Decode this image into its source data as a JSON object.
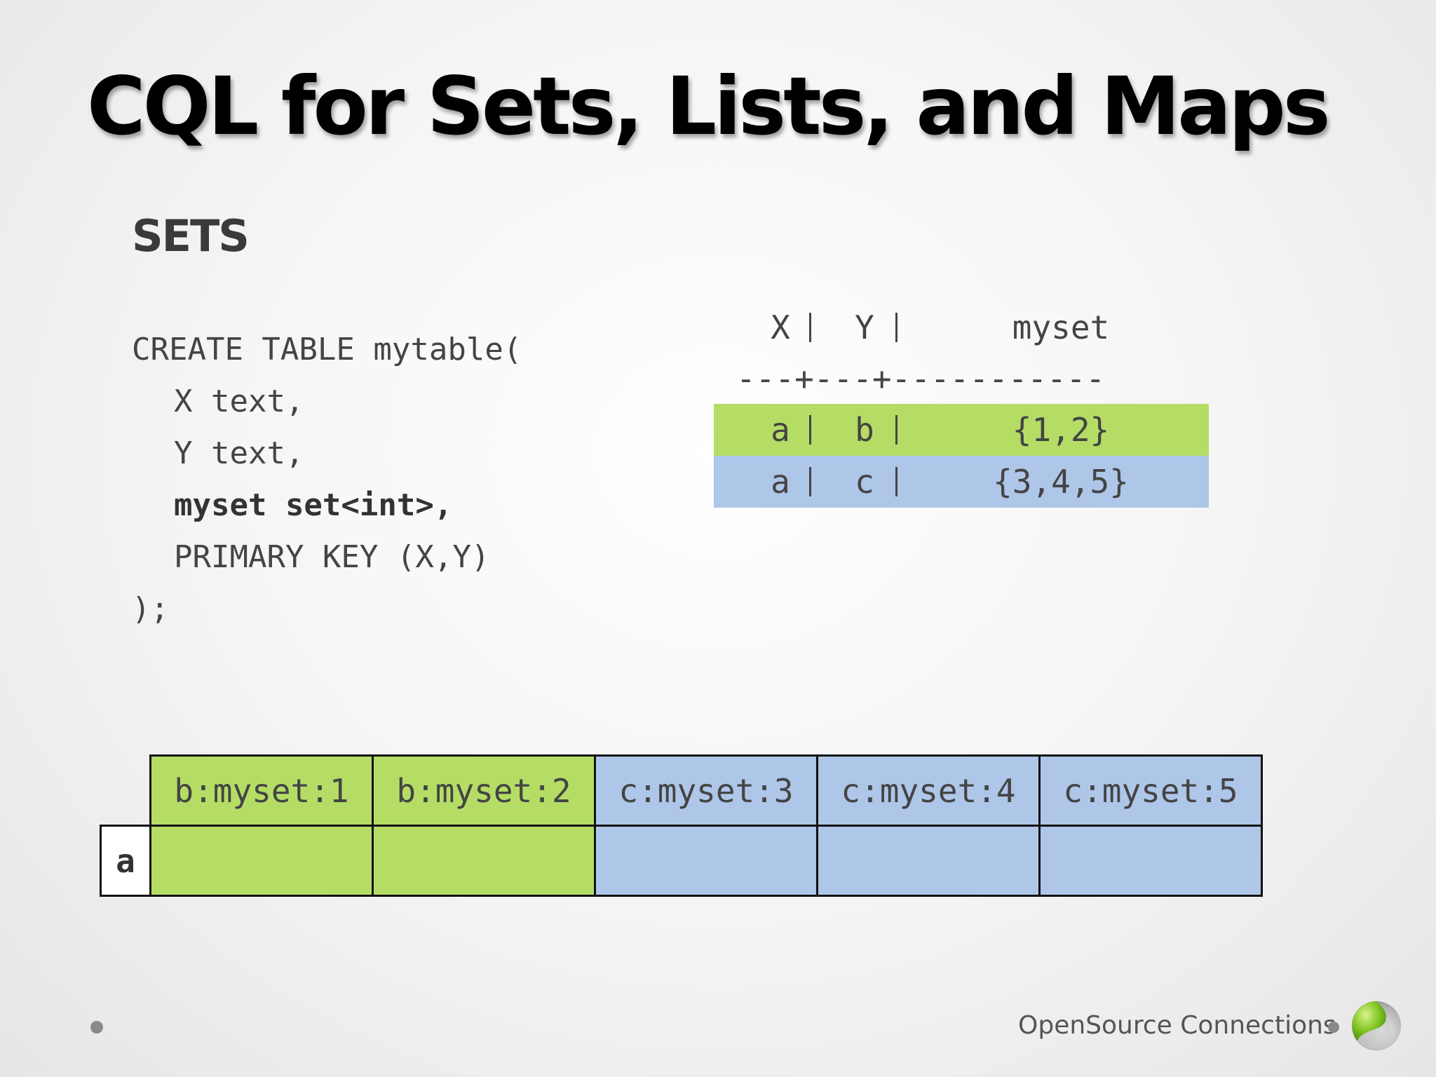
{
  "slide": {
    "title": "CQL for Sets, Lists, and Maps",
    "section": "SETS"
  },
  "code": {
    "lines": [
      "CREATE TABLE mytable(",
      "X text,",
      "Y text,",
      "myset set<int>,",
      "PRIMARY KEY (X,Y)",
      ");"
    ]
  },
  "result": {
    "headers": [
      "X",
      "Y",
      "myset"
    ],
    "divider": "---+---+-----------",
    "rows": [
      {
        "x": "a",
        "y": "b",
        "myset": "{1,2}",
        "color": "#b5dd66"
      },
      {
        "x": "a",
        "y": "c",
        "myset": "{3,4,5}",
        "color": "#aec6e8"
      }
    ]
  },
  "storage": {
    "columns": [
      "b:myset:1",
      "b:myset:2",
      "c:myset:3",
      "c:myset:4",
      "c:myset:5"
    ],
    "row_key": "a"
  },
  "footer": {
    "brand": "OpenSource Connections",
    "logo": "opensource-connections-logo-icon"
  },
  "colors": {
    "green": "#b5dd66",
    "blue": "#aec6e8"
  }
}
